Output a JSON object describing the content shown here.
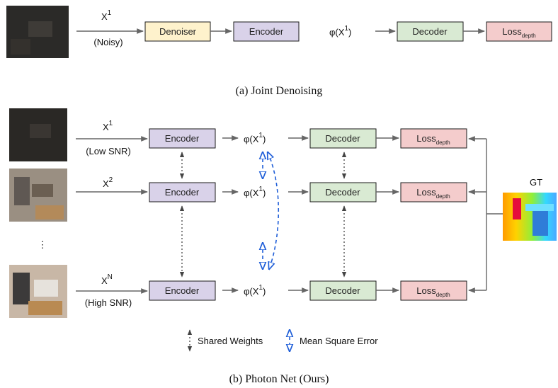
{
  "colors": {
    "denoiser_fill": "#fef2cc",
    "encoder_fill": "#d9d2e9",
    "decoder_fill": "#d9ead3",
    "loss_fill": "#f4cccc",
    "box_stroke": "#1a1a1a",
    "arrow": "#666666",
    "mse_blue": "#1f5ed8"
  },
  "panel_a": {
    "input_label": "X",
    "input_sup": "1",
    "input_note": "(Noisy)",
    "denoiser": "Denoiser",
    "encoder": "Encoder",
    "feature_prefix": "φ(X",
    "feature_sup": "1",
    "feature_suffix": ")",
    "decoder": "Decoder",
    "loss": "Loss",
    "loss_sub": "depth",
    "caption": "(a) Joint Denoising"
  },
  "panel_b": {
    "rows": [
      {
        "input_label": "X",
        "input_sup": "1",
        "input_note": "(Low SNR)"
      },
      {
        "input_label": "X",
        "input_sup": "2",
        "input_note": ""
      },
      {
        "input_label": "X",
        "input_sup": "N",
        "input_note": "(High SNR)"
      }
    ],
    "encoder": "Encoder",
    "feature_prefix": "φ(X",
    "feature_sup": "1",
    "feature_suffix": ")",
    "decoder": "Decoder",
    "loss": "Loss",
    "loss_sub": "depth",
    "gt": "GT",
    "ellipsis": "⋮",
    "legend_shared": "Shared Weights",
    "legend_mse": "Mean Square Error",
    "caption": "(b) Photon Net (Ours)"
  }
}
